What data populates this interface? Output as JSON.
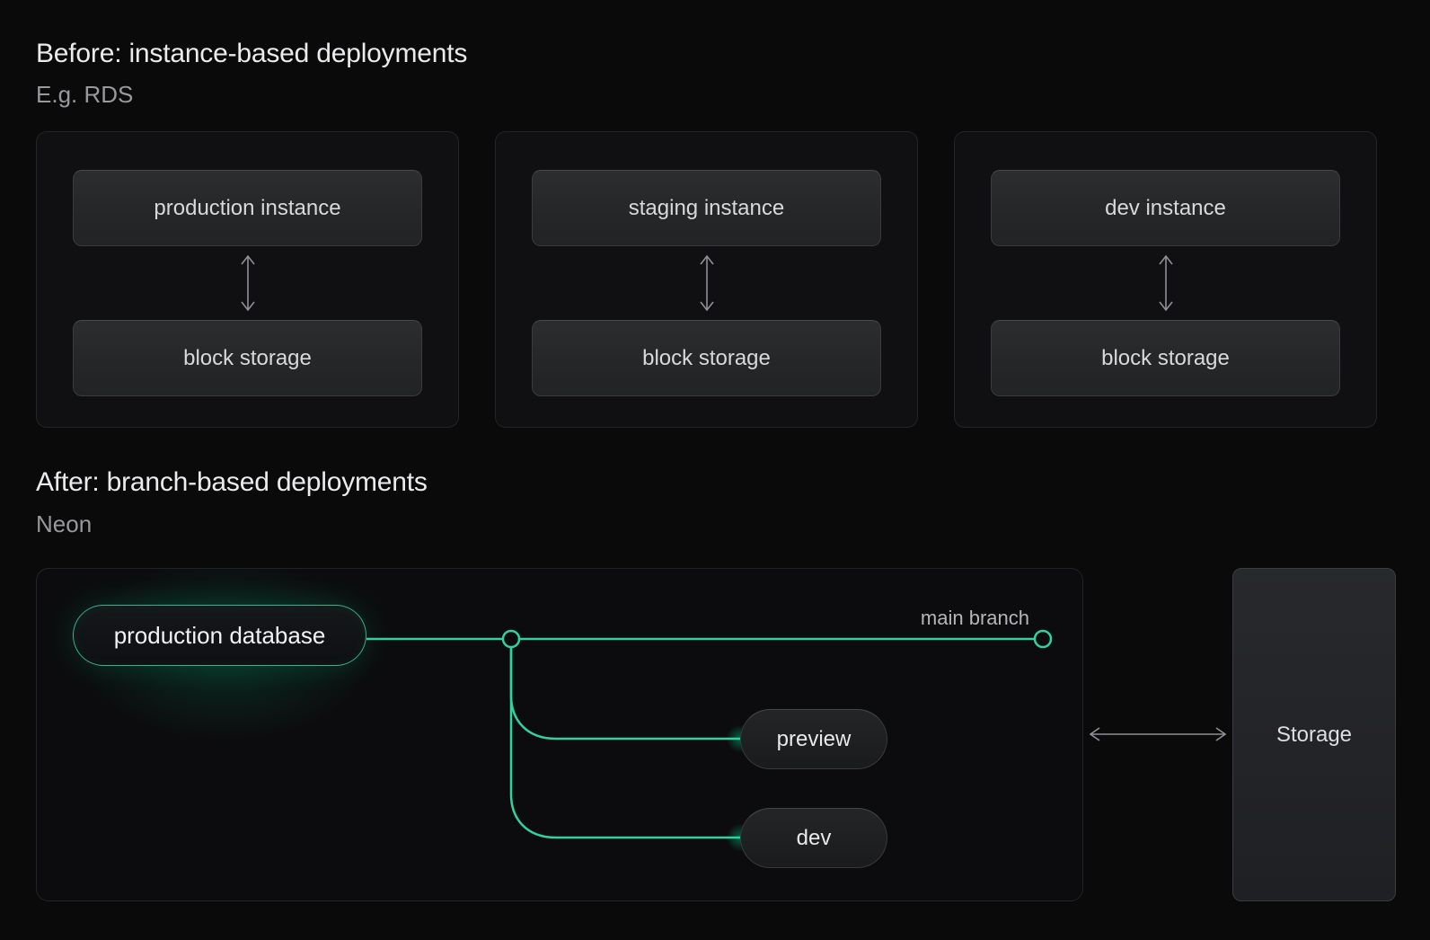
{
  "before": {
    "title": "Before: instance-based deployments",
    "subtitle": "E.g. RDS",
    "cards": [
      {
        "instance_label": "production instance",
        "storage_label": "block storage"
      },
      {
        "instance_label": "staging instance",
        "storage_label": "block storage"
      },
      {
        "instance_label": "dev instance",
        "storage_label": "block storage"
      }
    ]
  },
  "after": {
    "title": "After: branch-based deployments",
    "subtitle": "Neon",
    "production_pill_label": "production database",
    "main_branch_label": "main branch",
    "branch_pills": [
      {
        "label": "preview"
      },
      {
        "label": "dev"
      }
    ],
    "storage_label": "Storage"
  },
  "colors": {
    "background": "#0a0a0b",
    "accent_green": "#2fd39e",
    "arrow_gray": "#909095"
  }
}
